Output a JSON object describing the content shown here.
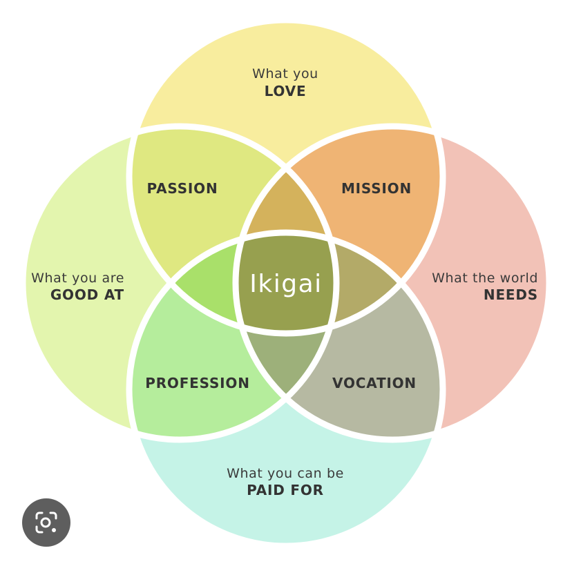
{
  "diagram": {
    "top": {
      "line1": "What you",
      "line2": "LOVE",
      "color": "#f8ed9e"
    },
    "left": {
      "line1": "What you are",
      "line2": "GOOD AT",
      "color": "#e3f5ae"
    },
    "right": {
      "line1": "What the world",
      "line2": "NEEDS",
      "color": "#f2c2b7"
    },
    "bottom": {
      "line1": "What you can be",
      "line2": "PAID FOR",
      "color": "#c5f3e7"
    },
    "passion": {
      "label": "PASSION",
      "color": "#dfe881"
    },
    "mission": {
      "label": "MISSION",
      "color": "#efb474"
    },
    "profession": {
      "label": "PROFESSION",
      "color": "#b5ed9c"
    },
    "vocation": {
      "label": "VOCATION",
      "color": "#b6b9a2"
    },
    "center": {
      "label": "Ikigai",
      "color": "#97a04f"
    }
  },
  "lens_button": {
    "icon": "camera-search-icon"
  }
}
